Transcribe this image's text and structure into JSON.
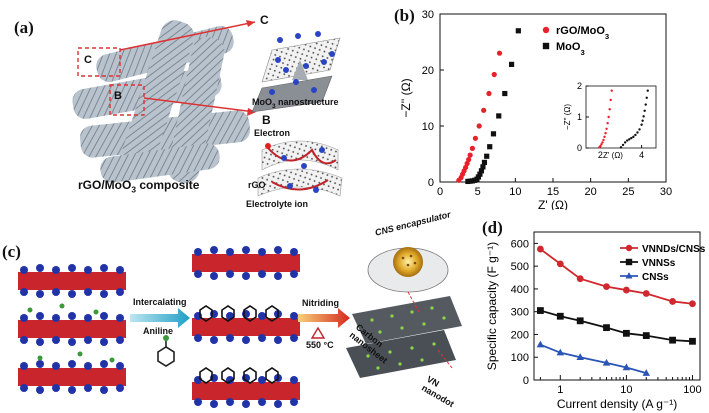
{
  "figure": {
    "panels": {
      "a": {
        "label": "(a)",
        "callout_c": "C",
        "callout_b": "B",
        "box_c": "C",
        "box_b": "B",
        "inset_c_caption": "MoO3 nanostructure",
        "inset_b_electron": "Electron",
        "inset_b_rgo": "rGO",
        "inset_b_ion": "Electrolyte ion",
        "caption": "rGO/MoO3 composite"
      },
      "b": {
        "label": "(b)"
      },
      "c": {
        "label": "(c)",
        "step1": "Intercalating",
        "reagent": "Aniline",
        "step2": "Nitriding",
        "temperature": "550 °C",
        "encapsulator": "CNS encapsulator",
        "nanosheet_line1": "Carbon",
        "nanosheet_line2": "nanosheet",
        "dot_line1": "VN",
        "dot_line2": "nanodot"
      },
      "d": {
        "label": "(d)"
      }
    }
  },
  "chart_data": [
    {
      "type": "scatter",
      "panel": "b",
      "xlabel": "Z' (Ω)",
      "ylabel": "−Z'' (Ω)",
      "xlim": [
        0,
        30
      ],
      "ylim": [
        0,
        30
      ],
      "xticks": [
        "0",
        "5",
        "10",
        "15",
        "20",
        "25",
        "30"
      ],
      "yticks": [
        "0",
        "10",
        "20",
        "30"
      ],
      "legend_position": "top-right",
      "series": [
        {
          "name": "rGO/MoO3",
          "color": "#e8202a",
          "marker": "circle",
          "x": [
            2.5,
            2.8,
            3.0,
            3.2,
            3.4,
            3.6,
            3.8,
            4.0,
            4.3,
            4.7,
            5.2,
            5.8,
            6.5,
            7.2,
            7.9
          ],
          "y": [
            0.3,
            0.8,
            1.4,
            2.0,
            2.6,
            3.3,
            4.0,
            4.8,
            6.0,
            7.8,
            10.0,
            12.8,
            15.8,
            19.2,
            23.0
          ]
        },
        {
          "name": "MoO3",
          "color": "#111111",
          "marker": "square",
          "x": [
            3.7,
            4.0,
            4.3,
            4.6,
            4.9,
            5.1,
            5.3,
            5.5,
            5.7,
            5.9,
            6.2,
            6.6,
            7.1,
            7.8,
            8.6,
            9.5,
            10.4
          ],
          "y": [
            0.1,
            0.15,
            0.2,
            0.3,
            0.5,
            0.9,
            1.4,
            2.0,
            2.7,
            3.5,
            4.6,
            6.3,
            8.6,
            11.8,
            15.8,
            21.0,
            27.0
          ]
        }
      ]
    },
    {
      "type": "scatter",
      "panel": "b-inset",
      "xlabel": "Z' (Ω)",
      "ylabel": "−Z'' (Ω)",
      "xlim": [
        1.3,
        4.7
      ],
      "ylim": [
        0,
        2
      ],
      "xticks": [
        "2",
        "4"
      ],
      "yticks": [
        "0",
        "1",
        "2"
      ],
      "series": [
        {
          "name": "rGO/MoO3",
          "color": "#e8202a",
          "x": [
            1.95,
            2.0,
            2.05,
            2.1,
            2.15,
            2.2,
            2.25,
            2.3,
            2.35,
            2.4,
            2.45,
            2.5,
            2.55
          ],
          "y": [
            0.02,
            0.06,
            0.12,
            0.18,
            0.26,
            0.36,
            0.48,
            0.62,
            0.8,
            1.0,
            1.25,
            1.55,
            1.85
          ]
        },
        {
          "name": "MoO3",
          "color": "#111111",
          "x": [
            3.0,
            3.1,
            3.2,
            3.3,
            3.4,
            3.5,
            3.6,
            3.7,
            3.8,
            3.9,
            4.0,
            4.05,
            4.1,
            4.15,
            4.2,
            4.25,
            4.3
          ],
          "y": [
            0.02,
            0.1,
            0.18,
            0.24,
            0.28,
            0.32,
            0.36,
            0.42,
            0.5,
            0.6,
            0.75,
            0.88,
            1.02,
            1.2,
            1.4,
            1.62,
            1.85
          ]
        }
      ]
    },
    {
      "type": "line",
      "panel": "d",
      "xlabel": "Current density (A g⁻¹)",
      "ylabel": "Specific capacity (F g⁻¹)",
      "xscale": "log",
      "xlim": [
        0.4,
        130
      ],
      "ylim": [
        0,
        650
      ],
      "xticks": [
        "1",
        "10",
        "100"
      ],
      "yticks": [
        "0",
        "100",
        "200",
        "300",
        "400",
        "500",
        "600"
      ],
      "legend_position": "top-right",
      "series": [
        {
          "name": "VNNDs/CNSs",
          "color": "#d0282e",
          "marker": "circle",
          "x": [
            0.5,
            1,
            2,
            5,
            10,
            20,
            50,
            100
          ],
          "y": [
            575,
            510,
            445,
            410,
            395,
            380,
            345,
            335
          ]
        },
        {
          "name": "VNNSs",
          "color": "#111111",
          "marker": "square",
          "x": [
            0.5,
            1,
            2,
            5,
            10,
            20,
            50,
            100
          ],
          "y": [
            305,
            280,
            260,
            230,
            205,
            195,
            175,
            170
          ]
        },
        {
          "name": "CNSs",
          "color": "#2b55b5",
          "marker": "triangle",
          "x": [
            0.5,
            1,
            2,
            5,
            10,
            20
          ],
          "y": [
            155,
            120,
            100,
            75,
            55,
            30
          ]
        }
      ]
    }
  ]
}
